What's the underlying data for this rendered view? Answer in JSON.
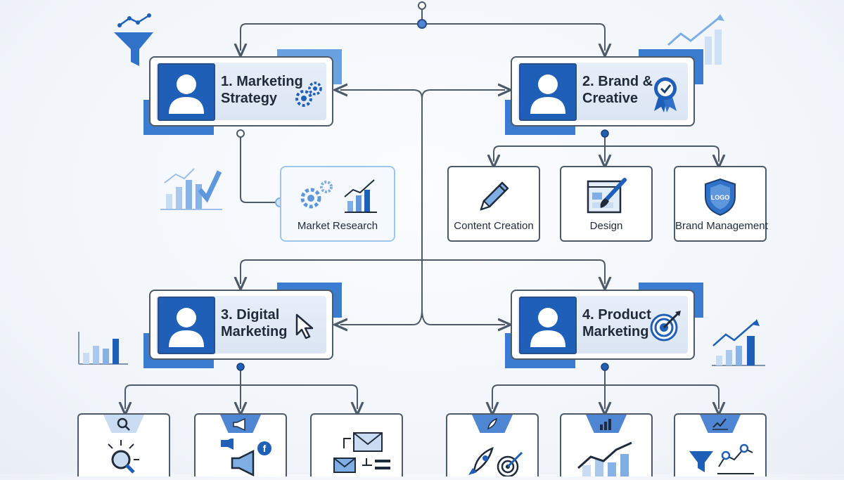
{
  "departments": [
    {
      "number": "1.",
      "title": "Marketing\nStrategy",
      "icon": "gears-icon"
    },
    {
      "number": "2.",
      "title": "Brand &\nCreative",
      "icon": "award-ribbon-icon"
    },
    {
      "number": "3.",
      "title": "Digital\nMarketing",
      "icon": "cursor-arrow-icon"
    },
    {
      "number": "4.",
      "title": "Product\nMarketing",
      "icon": "target-dart-icon"
    }
  ],
  "research": {
    "label": "Market Research",
    "icon": "gears-chart-icon"
  },
  "brand_children": [
    {
      "label": "Content Creation",
      "icon": "pencil-icon"
    },
    {
      "label": "Design",
      "icon": "paintbrush-icon"
    },
    {
      "label": "Brand Management",
      "icon": "shield-logo-icon"
    }
  ],
  "brand_logo_text": "LOGO",
  "digital_children": [
    {
      "tab_icon": "magnifier-icon",
      "icon": "search-arrows-icon"
    },
    {
      "tab_icon": "megaphone-icon",
      "icon": "social-megaphone-icon"
    },
    {
      "tab_icon": "email-icon",
      "icon": "email-flow-icon"
    }
  ],
  "product_children": [
    {
      "tab_icon": "rocket-icon",
      "icon": "rocket-target-icon"
    },
    {
      "tab_icon": "bar-chart-icon",
      "icon": "growth-chart-icon"
    },
    {
      "tab_icon": "line-chart-icon",
      "icon": "funnel-flow-icon"
    }
  ],
  "colors": {
    "accent": "#1f5fb8",
    "light_accent": "#4f86d4",
    "line": "#4e5a68",
    "shadow": "#3b7bd0"
  }
}
